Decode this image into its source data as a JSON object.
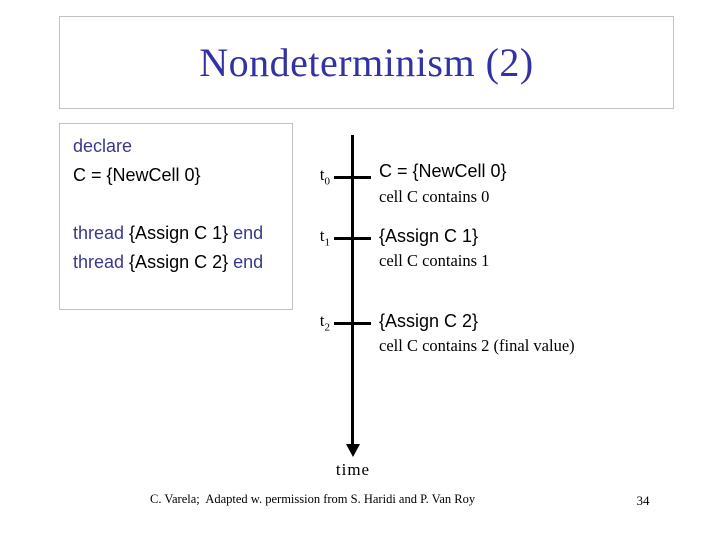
{
  "slide": {
    "title": "Nondeterminism (2)",
    "footer": "C. Varela;  Adapted w. permission from S. Haridi and P. Van Roy",
    "page_number": "34"
  },
  "code_box": {
    "line1_keyword": "declare",
    "line2": "C = {NewCell 0}",
    "line3_kw1": "thread",
    "line3_body": " {Assign C 1} ",
    "line3_kw2": "end",
    "line4_kw1": "thread",
    "line4_body": " {Assign C 2} ",
    "line4_kw2": "end"
  },
  "timeline": {
    "axis_label": "time",
    "events": [
      {
        "t_base": "t",
        "t_sub": "0",
        "action": "C = {NewCell 0}",
        "description": "cell C contains 0"
      },
      {
        "t_base": "t",
        "t_sub": "1",
        "action": "{Assign C 1}",
        "description": "cell C contains 1"
      },
      {
        "t_base": "t",
        "t_sub": "2",
        "action": "{Assign C 2}",
        "description": "cell C contains 2 (final value)"
      }
    ]
  },
  "colors": {
    "title_blue": "#3233a2",
    "keyword_navy": "#39398c",
    "text_black": "#000000",
    "box_border": "#c2c2c2",
    "background": "#ffffff"
  }
}
